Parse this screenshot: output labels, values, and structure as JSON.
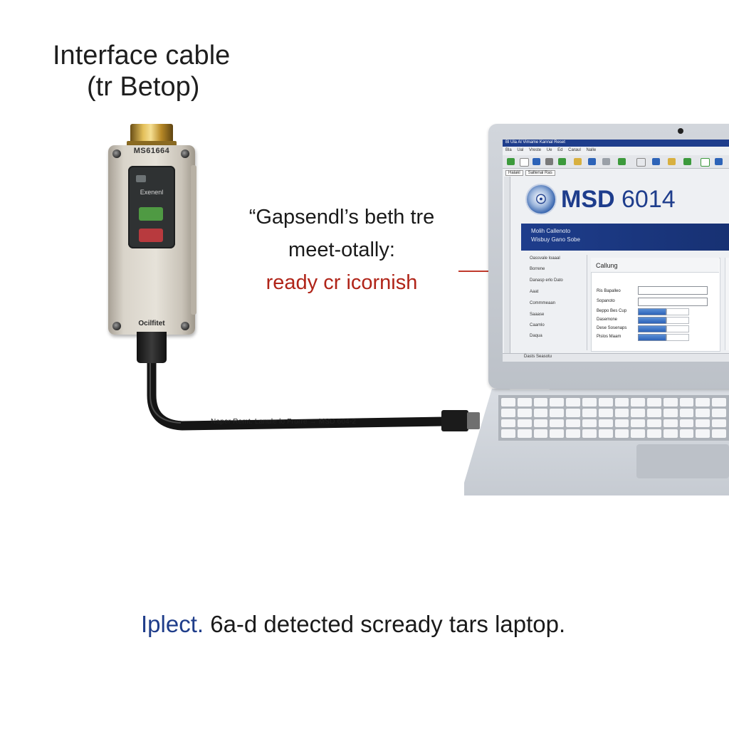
{
  "heading": {
    "line1": "Interface cable",
    "line2": "(tr Betop)"
  },
  "annotation": {
    "line1": "“Gapsendl’s beth tre",
    "line2": "meet-otally:",
    "line3": "ready cr icornish"
  },
  "footer": {
    "highlight": "Iplect.",
    "rest": " 6a-d detected scready tars laptop."
  },
  "device": {
    "model": "MS61664",
    "panel_text": "Exenenl",
    "green_button": "",
    "red_button": "",
    "bottom_label": "Ocilfitet"
  },
  "cable_label": "Naper Remt. Lanule lo Frorre → MSD 604-2",
  "app": {
    "title_bar": "Bl Ula Al Vimame Kannal Reset",
    "menu": "Bla Ual Vreste Ue Ed Caraul Nalle",
    "tabs": [
      "Halakl",
      "Saltenal Ras"
    ],
    "brand_name": "MSD",
    "brand_number": "6014",
    "banner_line1": "Molih Callenoto",
    "banner_line2": "Wisbuy Gano Sobe",
    "nav_items": [
      "Oassvale loaaal",
      "Borrene",
      "Danasp erlo Dato",
      "Aaat",
      "Commmeaan",
      "Saaase",
      "Caamlo",
      "Daqua"
    ],
    "panel_title": "Callung",
    "form_labels": [
      "Ris Bapalleo",
      "Sopanoto",
      "Beppo Bes Cup",
      "Dasemone",
      "Dese Sosenaps",
      "Pislos Maam"
    ],
    "status_text": "Dasts   Seasotu"
  },
  "colors": {
    "brand_blue": "#1e3d8c",
    "annotation_red": "#b02418",
    "footer_blue": "#1f3d8a"
  }
}
